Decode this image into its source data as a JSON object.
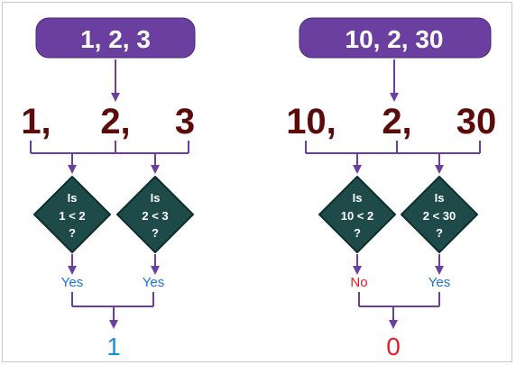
{
  "colors": {
    "pill_fill": "#6a3fa0",
    "pill_text": "#ffffff",
    "numbers": "#5c0a0a",
    "lines": "#6a3fa0",
    "diamond_fill": "#1f4a4a",
    "diamond_text": "#ffffff",
    "yes": "#1a73d6",
    "no": "#e0202a",
    "result_true": "#1a8fd6",
    "result_false": "#e0202a"
  },
  "icons": {
    "arrow": "arrow-down-icon",
    "diamond": "decision-diamond-icon"
  },
  "flows": [
    {
      "input_label": "1,    2,    3",
      "numbers": [
        "1,",
        "2,",
        "3"
      ],
      "decisions": [
        {
          "line1": "Is",
          "line2": "1 < 2",
          "line3": "?",
          "answer": "Yes",
          "answer_type": "yes"
        },
        {
          "line1": "Is",
          "line2": "2 < 3",
          "line3": "?",
          "answer": "Yes",
          "answer_type": "yes"
        }
      ],
      "result": "1",
      "result_type": "true"
    },
    {
      "input_label": "10,    2,    30",
      "numbers": [
        "10,",
        "2,",
        "30"
      ],
      "decisions": [
        {
          "line1": "Is",
          "line2": "10 < 2",
          "line3": "?",
          "answer": "No",
          "answer_type": "no"
        },
        {
          "line1": "Is",
          "line2": "2 < 30",
          "line3": "?",
          "answer": "Yes",
          "answer_type": "yes"
        }
      ],
      "result": "0",
      "result_type": "false"
    }
  ]
}
